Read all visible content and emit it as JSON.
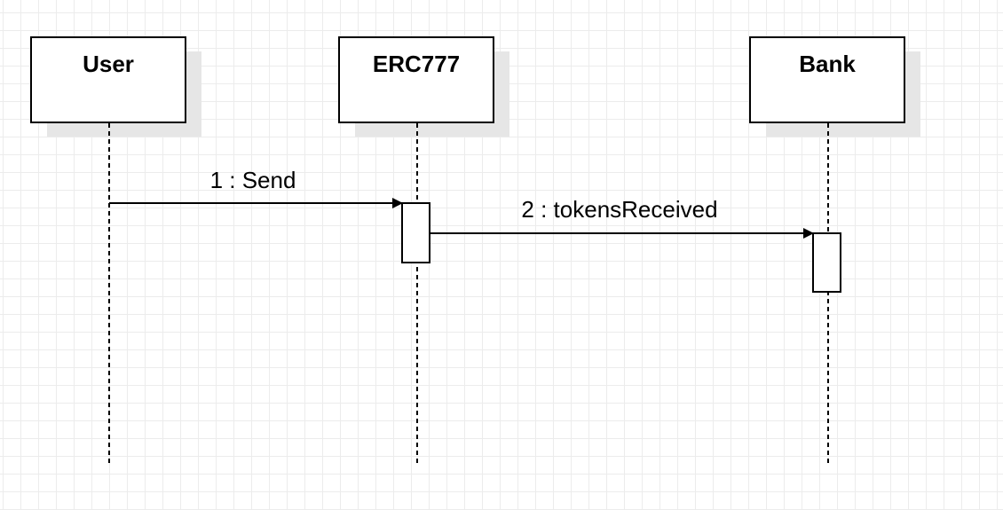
{
  "participants": [
    {
      "id": "user",
      "label": "User"
    },
    {
      "id": "erc777",
      "label": "ERC777"
    },
    {
      "id": "bank",
      "label": "Bank"
    }
  ],
  "messages": [
    {
      "id": "send",
      "label": "1 : Send",
      "from": "user",
      "to": "erc777"
    },
    {
      "id": "tokens_received",
      "label": "2 : tokensReceived",
      "from": "erc777",
      "to": "bank"
    }
  ]
}
